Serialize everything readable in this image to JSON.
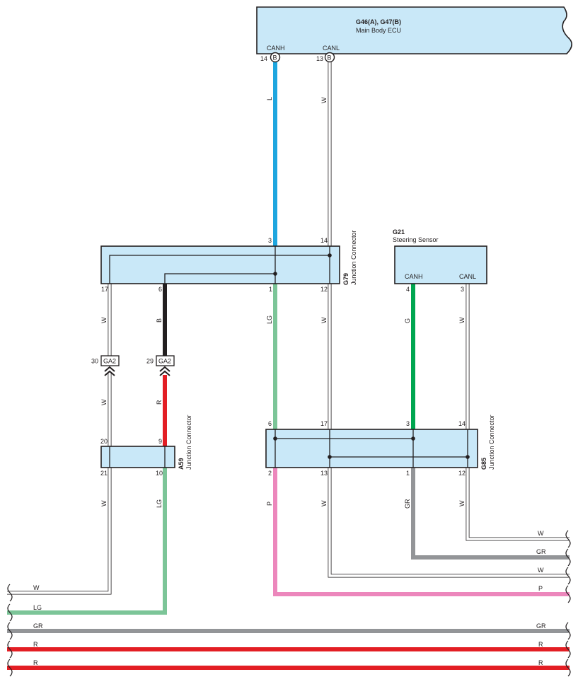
{
  "colors": {
    "L": "#1ea6df",
    "W": "#ffffff",
    "LG": "#7cc598",
    "B": "#231f20",
    "R": "#e31e24",
    "G": "#00a650",
    "GR": "#939598",
    "P": "#ec87bc",
    "component_fill": "#c9e8f8",
    "outline": "#231f20"
  },
  "ecu": {
    "id": "G46(A), G47(B)",
    "name": "Main Body ECU",
    "canh_label": "CANH",
    "canl_label": "CANL",
    "canh_pin": "14",
    "canl_pin": "13",
    "canh_badge": "B",
    "canl_badge": "B"
  },
  "g79": {
    "id": "G79",
    "name": "Junction Connector",
    "pins": {
      "p3": "3",
      "p14": "14",
      "p17": "17",
      "p6": "6",
      "p1": "1",
      "p12": "12"
    }
  },
  "g21": {
    "id": "G21",
    "name": "Steering Sensor",
    "canh_label": "CANH",
    "canl_label": "CANL",
    "canh_pin": "4",
    "canl_pin": "3"
  },
  "g85": {
    "id": "G85",
    "name": "Junction Connector",
    "pins": {
      "p6": "6",
      "p17": "17",
      "p3": "3",
      "p14": "14",
      "p2": "2",
      "p13": "13",
      "p1": "1",
      "p12": "12"
    }
  },
  "a59": {
    "id": "A59",
    "name": "Junction Connector",
    "pins": {
      "p20": "20",
      "p9": "9",
      "p21": "21",
      "p10": "10"
    }
  },
  "ga2_left": {
    "label": "GA2",
    "pin": "30"
  },
  "ga2_right": {
    "label": "GA2",
    "pin": "29"
  },
  "wire_labels": {
    "ecu_canh": "L",
    "ecu_canl": "W",
    "g79_17": "W",
    "g79_6": "B",
    "g79_1": "LG",
    "g79_12": "W",
    "g21_canh": "G",
    "g21_canl": "W",
    "ga2l_down": "W",
    "ga2r_down": "R",
    "a59_21": "W",
    "a59_10": "LG",
    "g85_2": "P",
    "g85_13": "W",
    "g85_1": "GR",
    "g85_12": "W"
  },
  "bus_left": [
    "W",
    "LG",
    "GR",
    "R",
    "R"
  ],
  "bus_right": [
    "W",
    "GR",
    "W",
    "P",
    "GR",
    "R",
    "R"
  ]
}
